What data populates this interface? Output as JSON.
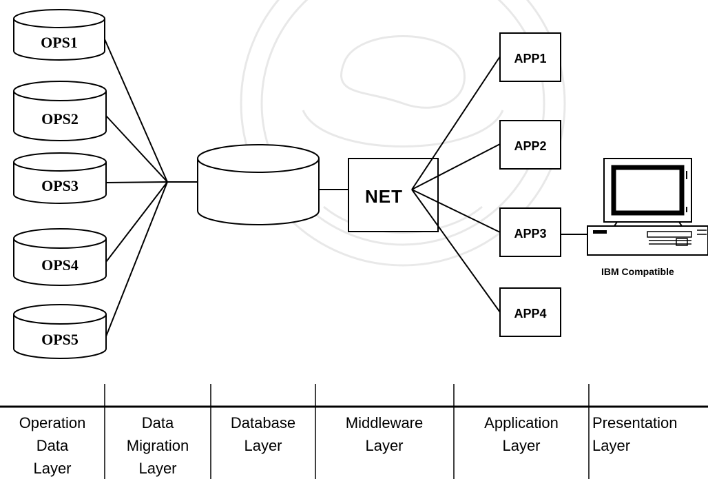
{
  "operational_sources": [
    "OPS1",
    "OPS2",
    "OPS3",
    "OPS4",
    "OPS5"
  ],
  "network_label": "NET",
  "applications": [
    "APP1",
    "APP2",
    "APP3",
    "APP4"
  ],
  "client_label": "IBM Compatible",
  "layers": [
    {
      "lines": [
        "Operation",
        "Data",
        "Layer"
      ]
    },
    {
      "lines": [
        "Data",
        "Migration",
        "Layer"
      ]
    },
    {
      "lines": [
        "Database",
        "Layer"
      ]
    },
    {
      "lines": [
        "Middleware",
        "Layer"
      ]
    },
    {
      "lines": [
        "Application",
        "Layer"
      ]
    },
    {
      "lines": [
        "Presentation",
        "Layer"
      ]
    }
  ]
}
